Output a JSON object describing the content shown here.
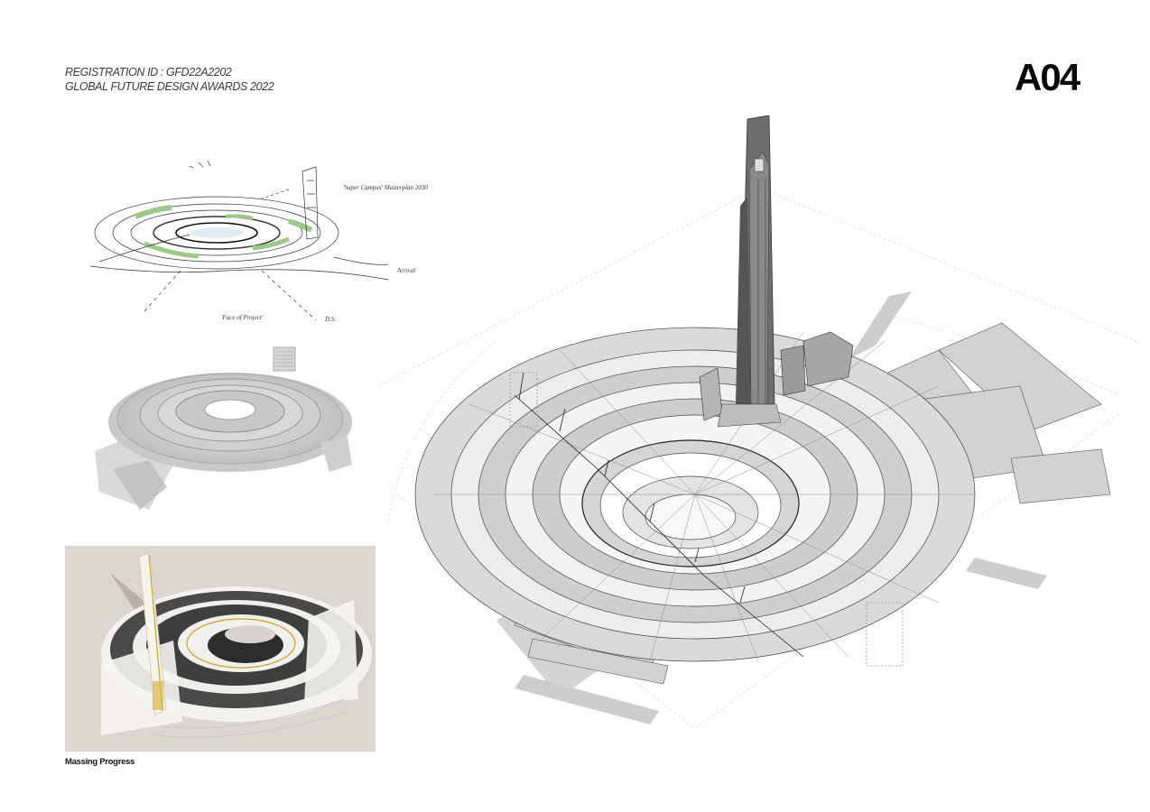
{
  "header": {
    "registration_line": "REGISTRATION ID : GFD22A2202",
    "award_line": "GLOBAL FUTURE DESIGN AWARDS 2022"
  },
  "sheet": {
    "number": "A04"
  },
  "panels": {
    "sketch": {
      "description": "Hand-drawn concept sketch of circular masterplan with tower",
      "annotations": [
        "'Super Campus' Masterplan 2030",
        "Arrival",
        "'Face of Project'",
        "D.S."
      ],
      "accent_color": "#9cc98a"
    },
    "massing_model": {
      "description": "Grey concentric ring massing model with small tower"
    },
    "render": {
      "description": "Rendered aerial view of circular campus with tall tower",
      "background_color": "#dcd6d1",
      "accent_color": "#c9a227"
    },
    "caption": "Massing Progress",
    "axonometric": {
      "description": "Exploded axonometric of concentric ring plan with supertall tower",
      "tower_color": "#6e6e6e",
      "floor_color": "#cfcfcf"
    }
  }
}
